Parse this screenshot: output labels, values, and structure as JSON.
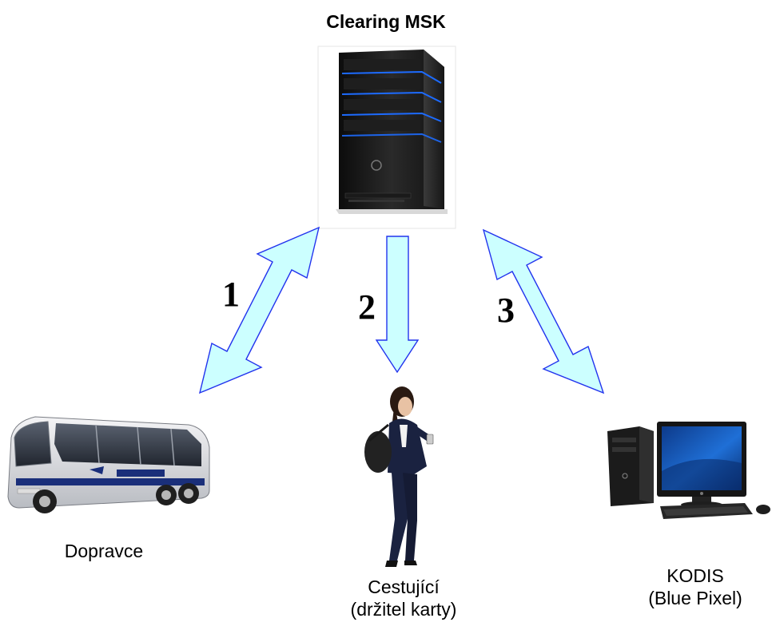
{
  "title": "Clearing MSK",
  "nodes": {
    "carrier": {
      "line1": "Dopravce"
    },
    "traveler": {
      "line1": "Cestující",
      "line2": "(držitel karty)"
    },
    "kodis": {
      "line1": "KODIS",
      "line2": "(Blue Pixel)"
    }
  },
  "arrows": [
    {
      "label": "1",
      "direction": "bidirectional"
    },
    {
      "label": "2",
      "direction": "down"
    },
    {
      "label": "3",
      "direction": "bidirectional"
    }
  ],
  "colors": {
    "arrow_fill": "#ccffff",
    "arrow_stroke": "#2233ee",
    "server_blue": "#1d6bff"
  },
  "icons": [
    "server-icon",
    "bus-icon",
    "traveler-icon",
    "desktop-computer-icon"
  ]
}
